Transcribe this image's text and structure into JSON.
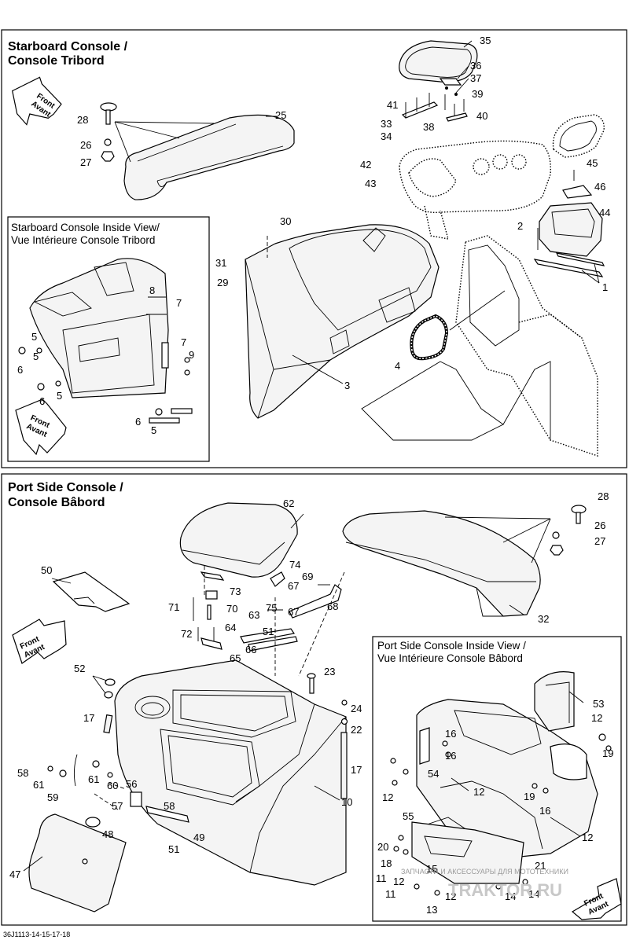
{
  "starboard": {
    "title_line1": "Starboard Console /",
    "title_line2": "Console Tribord",
    "inside_title_line1": "Starboard Console Inside View/",
    "inside_title_line2": "Vue Intérieure Console Tribord",
    "front_label1": "Front",
    "front_label2": "Avant",
    "callouts": [
      "35",
      "36",
      "37",
      "41",
      "39",
      "33",
      "38",
      "40",
      "34",
      "42",
      "43",
      "45",
      "46",
      "44",
      "28",
      "25",
      "26",
      "27",
      "30",
      "31",
      "29",
      "2",
      "1",
      "3",
      "4",
      "8",
      "7",
      "5",
      "6",
      "9",
      "5",
      "6",
      "5",
      "6",
      "5",
      "7"
    ]
  },
  "port": {
    "title_line1": "Port Side Console /",
    "title_line2": "Console Bâbord",
    "inside_title_line1": "Port Side Console Inside View /",
    "inside_title_line2": "Vue Intérieure Console Bâbord",
    "front_label1": "Front",
    "front_label2": "Avant",
    "callouts": [
      "62",
      "28",
      "26",
      "27",
      "50",
      "74",
      "69",
      "73",
      "67",
      "71",
      "70",
      "75",
      "68",
      "67",
      "63",
      "72",
      "64",
      "51",
      "66",
      "65",
      "32",
      "52",
      "23",
      "24",
      "22",
      "17",
      "17",
      "10",
      "58",
      "61",
      "59",
      "61",
      "60",
      "56",
      "57",
      "58",
      "49",
      "48",
      "51",
      "47",
      "53",
      "12",
      "19",
      "16",
      "16",
      "12",
      "54",
      "12",
      "19",
      "16",
      "12",
      "55",
      "20",
      "21",
      "18",
      "11",
      "12",
      "11",
      "12",
      "14",
      "14",
      "13",
      "15"
    ]
  },
  "footer": {
    "code": "36J1113-14-15-17-18",
    "watermark": "ЗАПЧАСТИ И АКСЕССУАРЫ ДЛЯ МОТОТЕХНИКИ",
    "watermark_brand": "TRAKTOR.RU"
  }
}
